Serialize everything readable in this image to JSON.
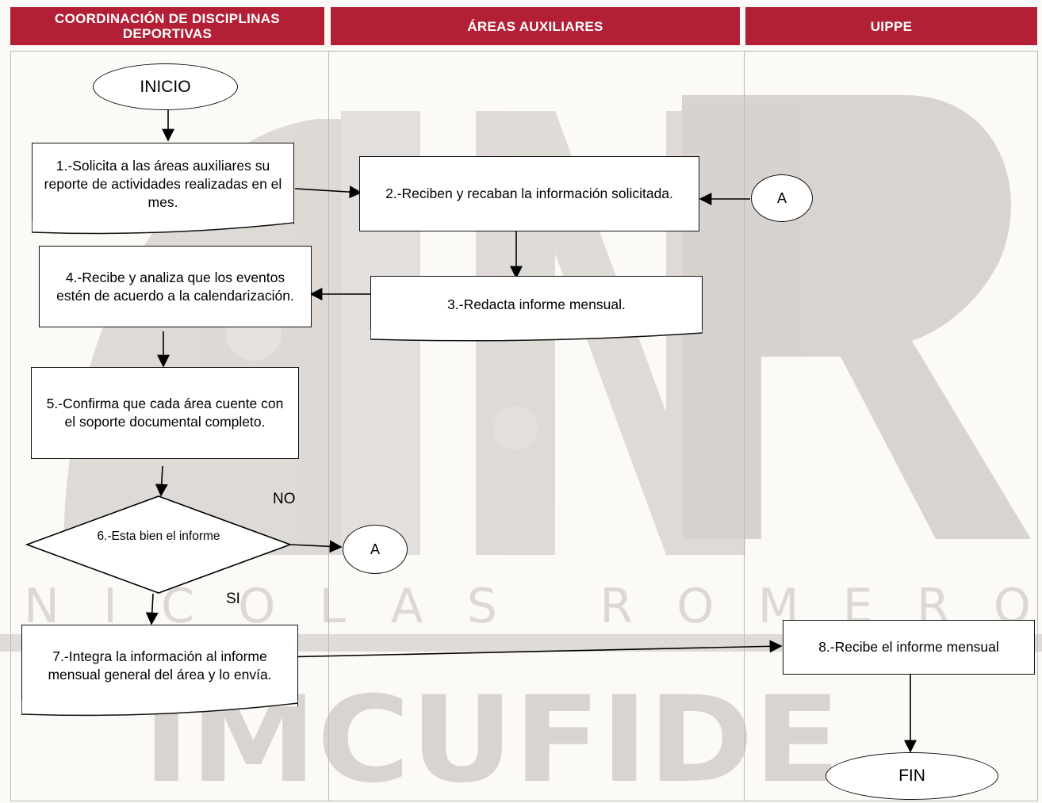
{
  "watermark": {
    "big": "IMCUFIDE",
    "sub": "NICOLAS ROMERO"
  },
  "lanes": [
    {
      "title": "COORDINACIÓN DE DISCIPLINAS\nDEPORTIVAS"
    },
    {
      "title": "ÁREAS AUXILIARES"
    },
    {
      "title": "UIPPE"
    }
  ],
  "nodes": {
    "inicio": "INICIO",
    "step1": "1.-Solicita a las áreas auxiliares su reporte de actividades realizadas en el mes.",
    "step2": "2.-Reciben y recaban la información solicitada.",
    "step3": "3.-Redacta informe mensual.",
    "step4": "4.-Recibe y analiza que los eventos estén de acuerdo a la calendarización.",
    "step5": "5.-Confirma que cada área cuente con el soporte documental completo.",
    "step6": "6.-Esta bien el informe",
    "step7": "7.-Integra la información al informe mensual general del área y lo envía.",
    "step8": "8.-Recibe el informe mensual",
    "fin": "FIN",
    "connector_a_left": "A",
    "connector_a_right": "A",
    "label_no": "NO",
    "label_si": "SI"
  }
}
